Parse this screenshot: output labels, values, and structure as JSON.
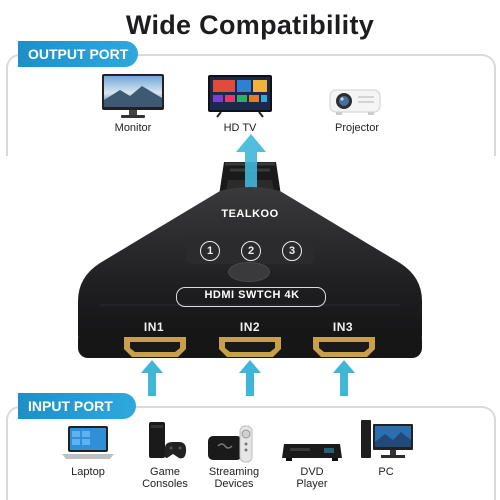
{
  "title": "Wide Compatibility",
  "output_port": {
    "label": "OUTPUT PORT",
    "devices": [
      {
        "label": "Monitor",
        "icon": "monitor-icon"
      },
      {
        "label": "HD TV",
        "icon": "tv-icon"
      },
      {
        "label": "Projector",
        "icon": "projector-icon"
      }
    ]
  },
  "switch": {
    "brand": "TEALKOO",
    "model": "HDMI SWTCH 4K",
    "indicators": [
      "1",
      "2",
      "3"
    ],
    "ports": [
      "IN1",
      "IN2",
      "IN3"
    ]
  },
  "input_port": {
    "label": "INPUT PORT",
    "devices": [
      {
        "label": "Laptop",
        "icon": "laptop-icon"
      },
      {
        "label": "Game\nConsoles",
        "icon": "game-console-icon"
      },
      {
        "label": "Streaming\nDevices",
        "icon": "streaming-device-icon"
      },
      {
        "label": "DVD\nPlayer",
        "icon": "dvd-player-icon"
      },
      {
        "label": "PC",
        "icon": "pc-icon"
      }
    ]
  },
  "colors": {
    "accent": "#2fa8de",
    "arrow": "#3fb6d8",
    "device_body": "#1c1c1e",
    "hdmi_gold": "#c9a04a"
  }
}
